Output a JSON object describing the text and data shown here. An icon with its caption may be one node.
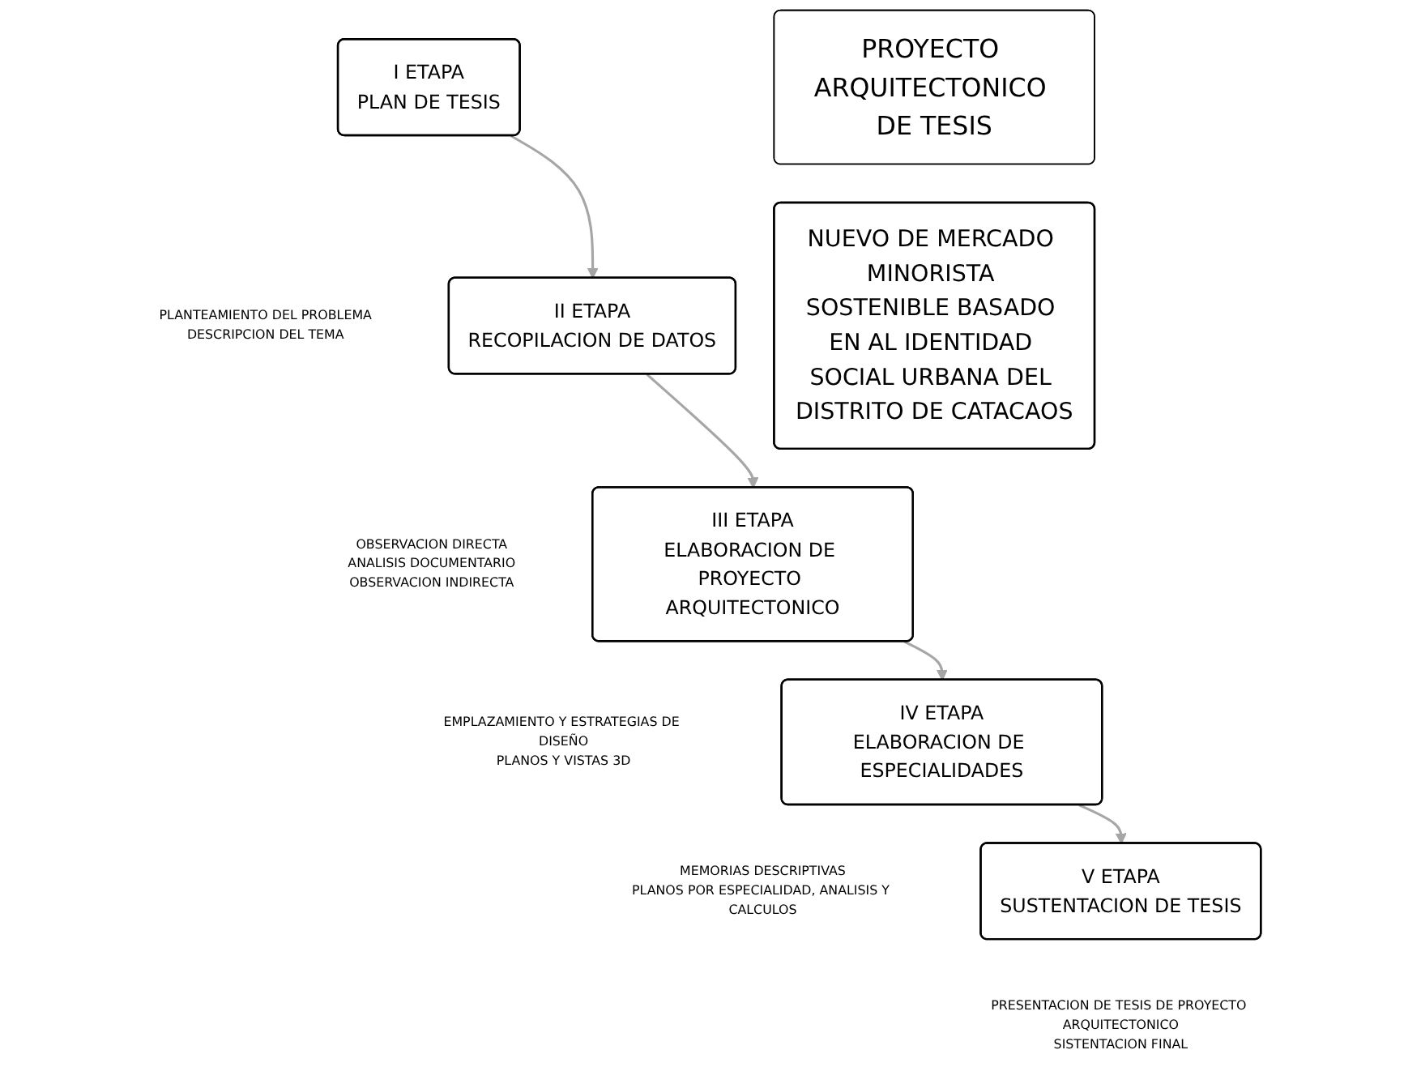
{
  "diagram": {
    "nodes": [
      {
        "text": [
          "I ETAPA",
          "PLAN DE TESIS"
        ],
        "beside": [
          "PLANTEAMIENTO DEL PROBLEMA",
          "DESCRIPCION DEL TEMA"
        ]
      },
      {
        "text": [
          "II ETAPA",
          "RECOPILACION DE DATOS"
        ],
        "beside": [
          "OBSERVACION DIRECTA",
          "ANALISIS DOCUMENTARIO",
          "OBSERVACION INDIRECTA"
        ]
      },
      {
        "text": [
          "III ETAPA",
          "ELABORACION DE PROYECTO ARQUITECTONICO"
        ],
        "beside": [
          "EMPLAZAMIENTO Y ESTRATEGIAS DE DISEÑO",
          "PLANOS Y VISTAS 3D"
        ]
      },
      {
        "text": [
          "IV ETAPA",
          "ELABORACION DE ESPECIALIDADES"
        ],
        "beside": [
          "MEMORIAS DESCRIPTIVAS",
          "PLANOS POR ESPECIALIDAD, ANALISIS Y CALCULOS"
        ]
      },
      {
        "text": [
          "V ETAPA",
          "SUSTENTACION DE TESIS"
        ],
        "beside": [
          "PRESENTACION DE TESIS DE PROYECTO ARQUITECTONICO",
          "SISTENTACION FINAL"
        ]
      },
      {
        "text": [
          "PROYECTO ARQUITECTONICO DE TESIS"
        ]
      },
      {
        "text": [
          "NUEVO DE MERCADO MINORISTA SOSTENIBLE BASADO EN AL IDENTIDAD SOCIAL URBANA DEL DISTRITO DE CATACAOS"
        ]
      }
    ],
    "edges": [
      {
        "from": 0,
        "to": 1,
        "arrow": "to"
      },
      {
        "from": 1,
        "to": 2,
        "arrow": "to"
      },
      {
        "from": 2,
        "to": 3,
        "arrow": "to"
      },
      {
        "from": 3,
        "to": 4,
        "arrow": "to"
      }
    ]
  }
}
